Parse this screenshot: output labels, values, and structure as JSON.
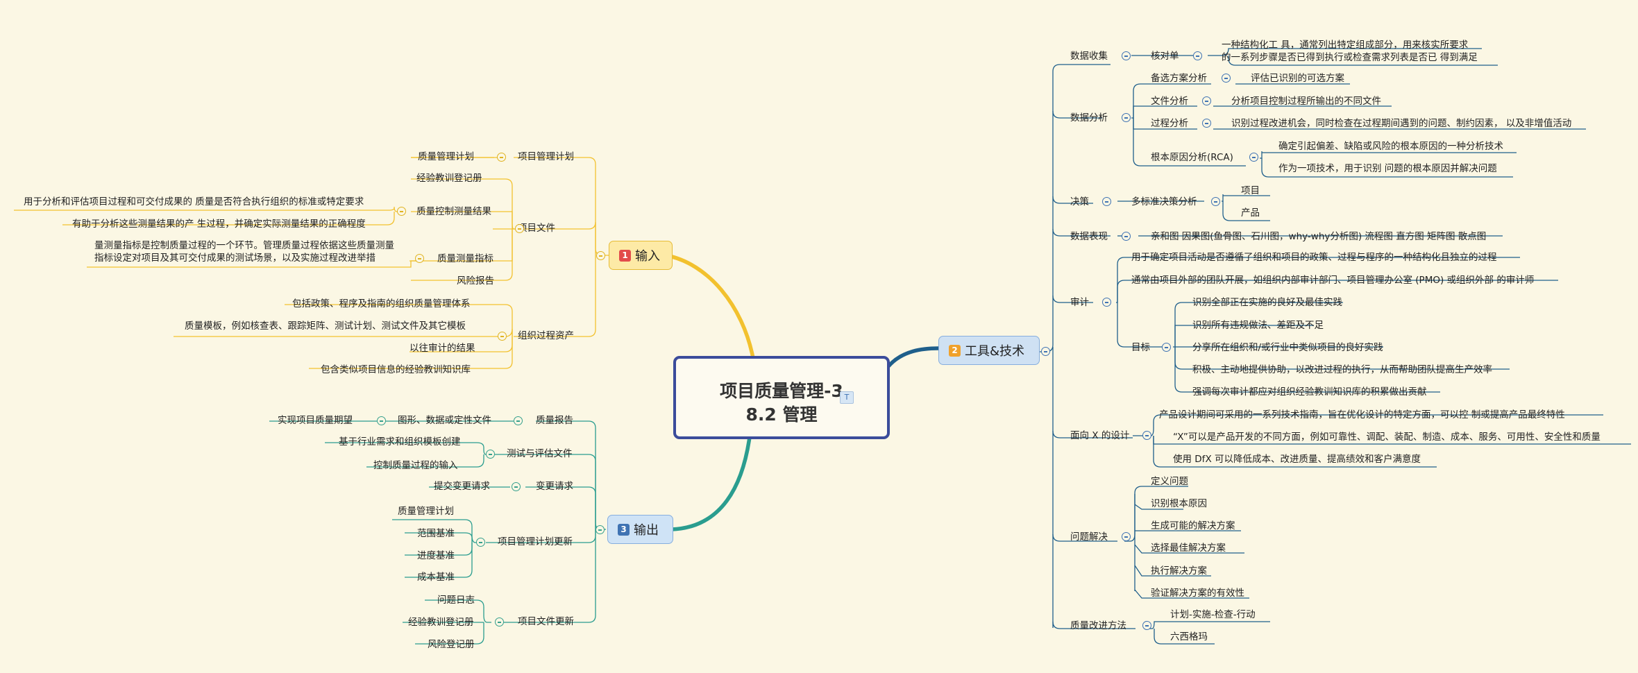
{
  "root": {
    "line1": "项目质量管理-3",
    "line2": "8.2 管理"
  },
  "main": {
    "input": {
      "num": "1",
      "label": "输入"
    },
    "output": {
      "num": "3",
      "label": "输出"
    },
    "tools": {
      "num": "2",
      "label": "工具&技术"
    }
  },
  "input": {
    "pm_plan": "项目管理计划",
    "quality_plan": "质量管理计划",
    "project_docs": "项目文件",
    "lessons_reg": "经验教训登记册",
    "qc_results": "质量控制测量结果",
    "qc_desc1": "用于分析和评估项目过程和可交付成果的 质量是否符合执行组织的标准或特定要求",
    "qc_desc2": "有助于分析这些测量结果的产 生过程，并确定实际测量结果的正确程度",
    "metrics": "质量测量指标",
    "metrics_desc": "量测量指标是控制质量过程的一个环节。管理质量过程依据这些质量测量指标设定对项目及其可交付成果的测试场景，以及实施过程改进举措",
    "risk_report": "风险报告",
    "opa": "组织过程资产",
    "opa1": "包括政策、程序及指南的组织质量管理体系",
    "opa2": "质量模板，例如核查表、跟踪矩阵、测试计划、测试文件及其它模板",
    "opa3": "以往审计的结果",
    "opa4": "包含类似项目信息的经验教训知识库"
  },
  "output": {
    "quality_report": "质量报告",
    "qr_child": "图形、数据或定性文件",
    "qr_child2": "实现项目质量期望",
    "test_docs": "测试与评估文件",
    "td1": "基于行业需求和组织模板创建",
    "td2": "控制质量过程的输入",
    "change_req": "变更请求",
    "cr1": "提交变更请求",
    "pm_updates": "项目管理计划更新",
    "pmu": [
      "质量管理计划",
      "范围基准",
      "进度基准",
      "成本基准"
    ],
    "doc_updates": "项目文件更新",
    "du": [
      "问题日志",
      "经验教训登记册",
      "风险登记册"
    ]
  },
  "tools": {
    "data_collect": "数据收集",
    "checklist": "核对单",
    "checklist_d1": "一种结构化工 具，通常列出特定组成部分，用来核实所要求",
    "checklist_d2": "的一系列步骤是否已得到执行或检查需求列表是否已 得到满足",
    "data_analysis": "数据分析",
    "alt": "备选方案分析",
    "alt_d": "评估已识别的可选方案",
    "doc": "文件分析",
    "doc_d": "分析项目控制过程所输出的不同文件",
    "proc": "过程分析",
    "proc_d": "识别过程改进机会，同时检查在过程期间遇到的问题、制约因素， 以及非增值活动",
    "rca": "根本原因分析(RCA)",
    "rca_d1": "确定引起偏差、缺陷或风险的根本原因的一种分析技术",
    "rca_d2": "作为一项技术，用于识别 问题的根本原因并解决问题",
    "decision": "决策",
    "mcda": "多标准决策分析",
    "mcda1": "项目",
    "mcda2": "产品",
    "data_rep": "数据表现",
    "data_rep_d": "亲和图 因果图(鱼骨图、石川图，why-why分析图) 流程图 直方图 矩阵图 散点图",
    "audit": "审计",
    "audit1": "用于确定项目活动是否遵循了组织和项目的政策、过程与程序的一种结构化且独立的过程",
    "audit2": "通常由项目外部的团队开展，如组织内部审计部门、项目管理办公室 (PMO) 或组织外部 的审计师",
    "goal": "目标",
    "goals": [
      "识别全部正在实施的良好及最佳实践",
      "识别所有违规做法、差距及不足",
      "分享所在组织和/或行业中类似项目的良好实践",
      "积极、主动地提供协助，以改进过程的执行，从而帮助团队提高生产效率",
      "强调每次审计都应对组织经验教训知识库的积累做出贡献"
    ],
    "dfx": "面向 X 的设计",
    "dfx1": "产品设计期间可采用的一系列技术指南，旨在优化设计的特定方面，可以控 制或提高产品最终特性",
    "dfx2": "“X”可以是产品开发的不同方面，例如可靠性、调配、装配、制造、成本、服务、可用性、安全性和质量",
    "dfx3": "使用 DfX 可以降低成本、改进质量、提高绩效和客户满意度",
    "problem": "问题解决",
    "problems": [
      "定义问题",
      "识别根本原因",
      "生成可能的解决方案",
      "选择最佳解决方案",
      "执行解决方案",
      "验证解决方案的有效性"
    ],
    "qim": "质量改进方法",
    "qim1": "计划-实施-检查-行动",
    "qim2": "六西格玛"
  },
  "colors": {
    "input": "#f2c12e",
    "output": "#2a9d8f",
    "tools": "#1f5f8b",
    "root_border": "#3b4c9b"
  }
}
